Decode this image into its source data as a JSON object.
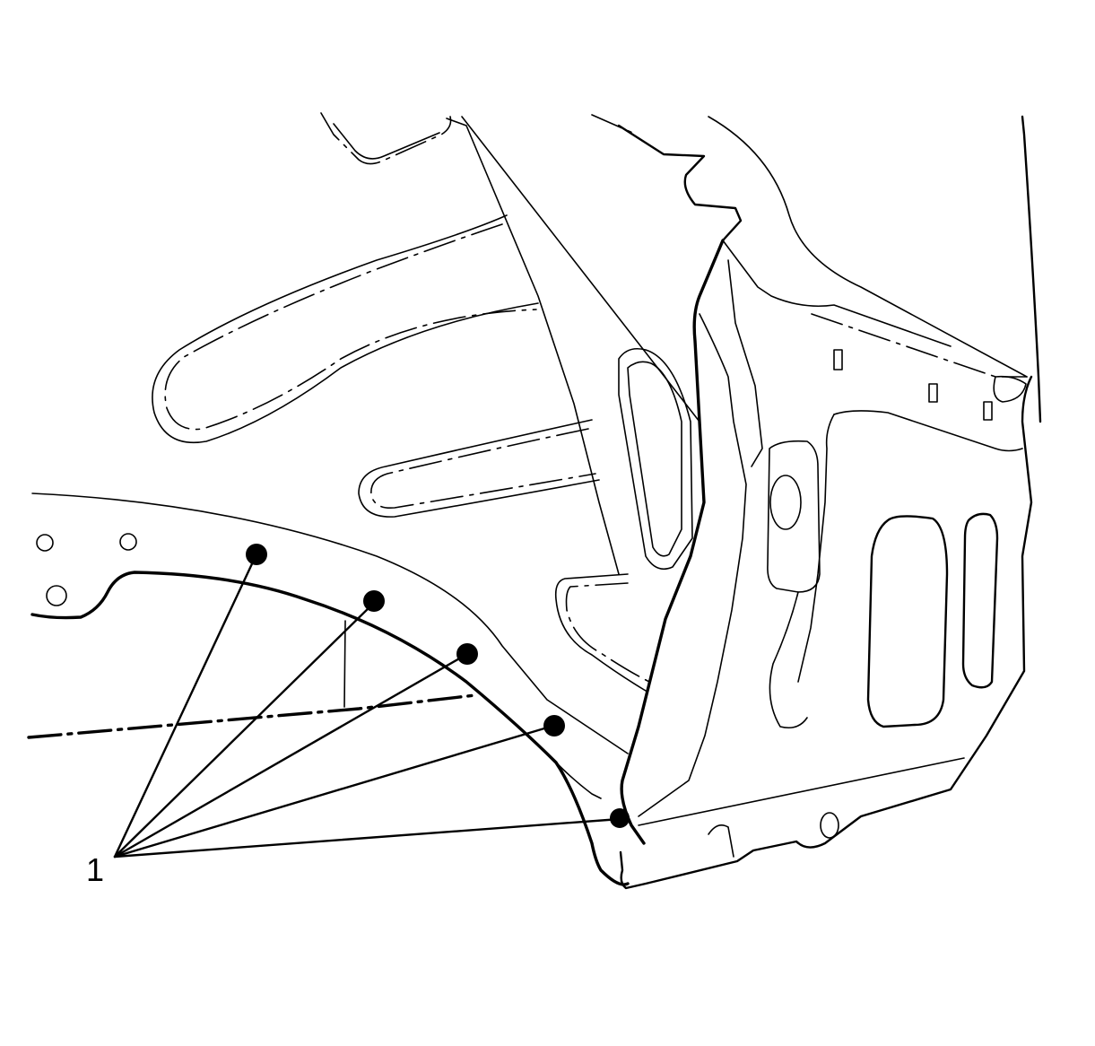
{
  "callout": {
    "label": "1"
  },
  "weld_points": [
    {
      "name": "weld-point-1"
    },
    {
      "name": "weld-point-2"
    },
    {
      "name": "weld-point-3"
    },
    {
      "name": "weld-point-4"
    },
    {
      "name": "weld-point-5"
    }
  ],
  "colors": {
    "line": "#000000",
    "background": "#ffffff"
  }
}
